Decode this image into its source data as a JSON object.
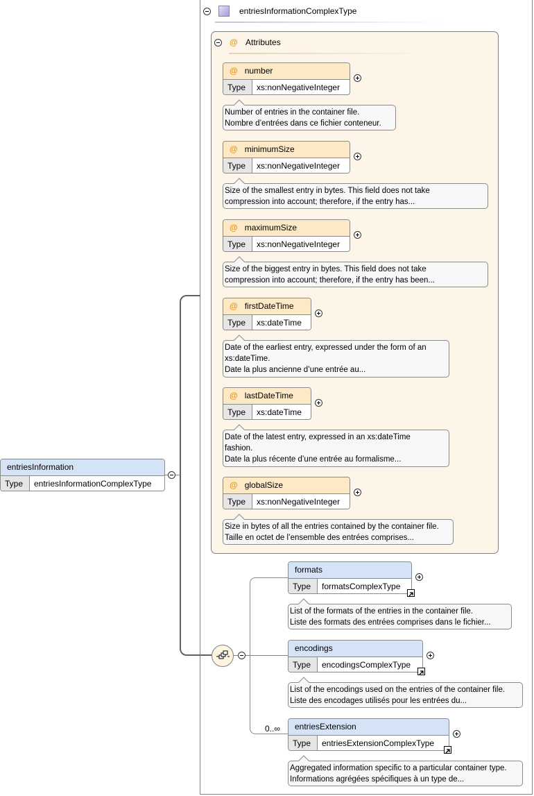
{
  "root": {
    "name": "entriesInformation",
    "type_key": "Type",
    "type_value": "entriesInformationComplexType"
  },
  "complex_type": {
    "name": "entriesInformationComplexType"
  },
  "attributes_group": {
    "label": "Attributes",
    "at_symbol": "@"
  },
  "attributes": [
    {
      "name": "number",
      "type_key": "Type",
      "type_value": "xs:nonNegativeInteger",
      "doc": [
        "Number of entries in the container file.",
        "Nombre d’entrées dans ce fichier conteneur."
      ]
    },
    {
      "name": "minimumSize",
      "type_key": "Type",
      "type_value": "xs:nonNegativeInteger",
      "doc": [
        "Size of the smallest entry in bytes. This field does not take",
        "compression into account; therefore, if the entry has..."
      ]
    },
    {
      "name": "maximumSize",
      "type_key": "Type",
      "type_value": "xs:nonNegativeInteger",
      "doc": [
        "Size of the biggest entry in bytes. This field does not take",
        "compression into account; therefore, if the entry has been..."
      ]
    },
    {
      "name": "firstDateTime",
      "type_key": "Type",
      "type_value": "xs:dateTime",
      "doc": [
        "Date of the earliest entry, expressed under the form of an",
        "xs:dateTime.",
        "Date la plus ancienne d’une entrée au..."
      ]
    },
    {
      "name": "lastDateTime",
      "type_key": "Type",
      "type_value": "xs:dateTime",
      "doc": [
        "Date of the latest entry, expressed in an xs:dateTime",
        "fashion.",
        "Date la plus récente d’une entrée au formalisme..."
      ]
    },
    {
      "name": "globalSize",
      "type_key": "Type",
      "type_value": "xs:nonNegativeInteger",
      "doc": [
        "Size in bytes of all the entries contained by the container file.",
        "Taille en octet de l’ensemble des entrées comprises..."
      ]
    }
  ],
  "elements": [
    {
      "name": "formats",
      "type_key": "Type",
      "type_value": "formatsComplexType",
      "cardinality": "",
      "doc": [
        "List of the formats of the entries in the container file.",
        "Liste des formats des entrées comprises dans le fichier..."
      ]
    },
    {
      "name": "encodings",
      "type_key": "Type",
      "type_value": "encodingsComplexType",
      "cardinality": "",
      "doc": [
        "List of the encodings used on the entries of the container file.",
        "Liste des encodages utilisés pour les entrées du..."
      ]
    },
    {
      "name": "entriesExtension",
      "type_key": "Type",
      "type_value": "entriesExtensionComplexType",
      "cardinality": "0..∞",
      "doc": [
        "Aggregated information specific to a particular container type.",
        "Informations agrégées spécifiques à un type de..."
      ]
    }
  ],
  "colors": {
    "attribute_header": "#fde9c5",
    "attribute_group_bg": "#fdf5e8",
    "element_header": "#d5e3f7",
    "at_symbol": "#e19a27",
    "doc_bg": "#f7f7f7",
    "border": "#8a8a8a"
  }
}
